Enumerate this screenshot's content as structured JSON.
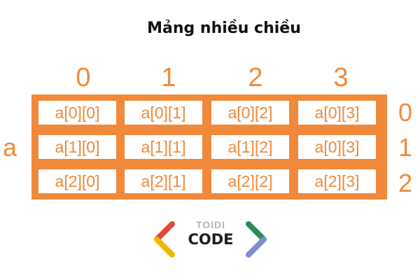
{
  "title": "Mảng nhiều chiều",
  "array_name": "a",
  "column_indices": [
    "0",
    "1",
    "2",
    "3"
  ],
  "row_indices": [
    "0",
    "1",
    "2"
  ],
  "rows": [
    [
      "a[0][0]",
      "a[0][1]",
      "a[0][2]",
      "a[0][3]"
    ],
    [
      "a[1][0]",
      "a[1][1]",
      "a[1][2]",
      "a[0][3]"
    ],
    [
      "a[2][0]",
      "a[2][1]",
      "a[2][2]",
      "a[2][3]"
    ]
  ],
  "colors": {
    "accent": "#f0893a",
    "logo_red": "#e04a3c",
    "logo_yellow": "#f4b400",
    "logo_green": "#2e8b57",
    "logo_blue": "#7f8fc9"
  },
  "logo": {
    "top_text": "TOIDI",
    "main_text": "CODE"
  }
}
